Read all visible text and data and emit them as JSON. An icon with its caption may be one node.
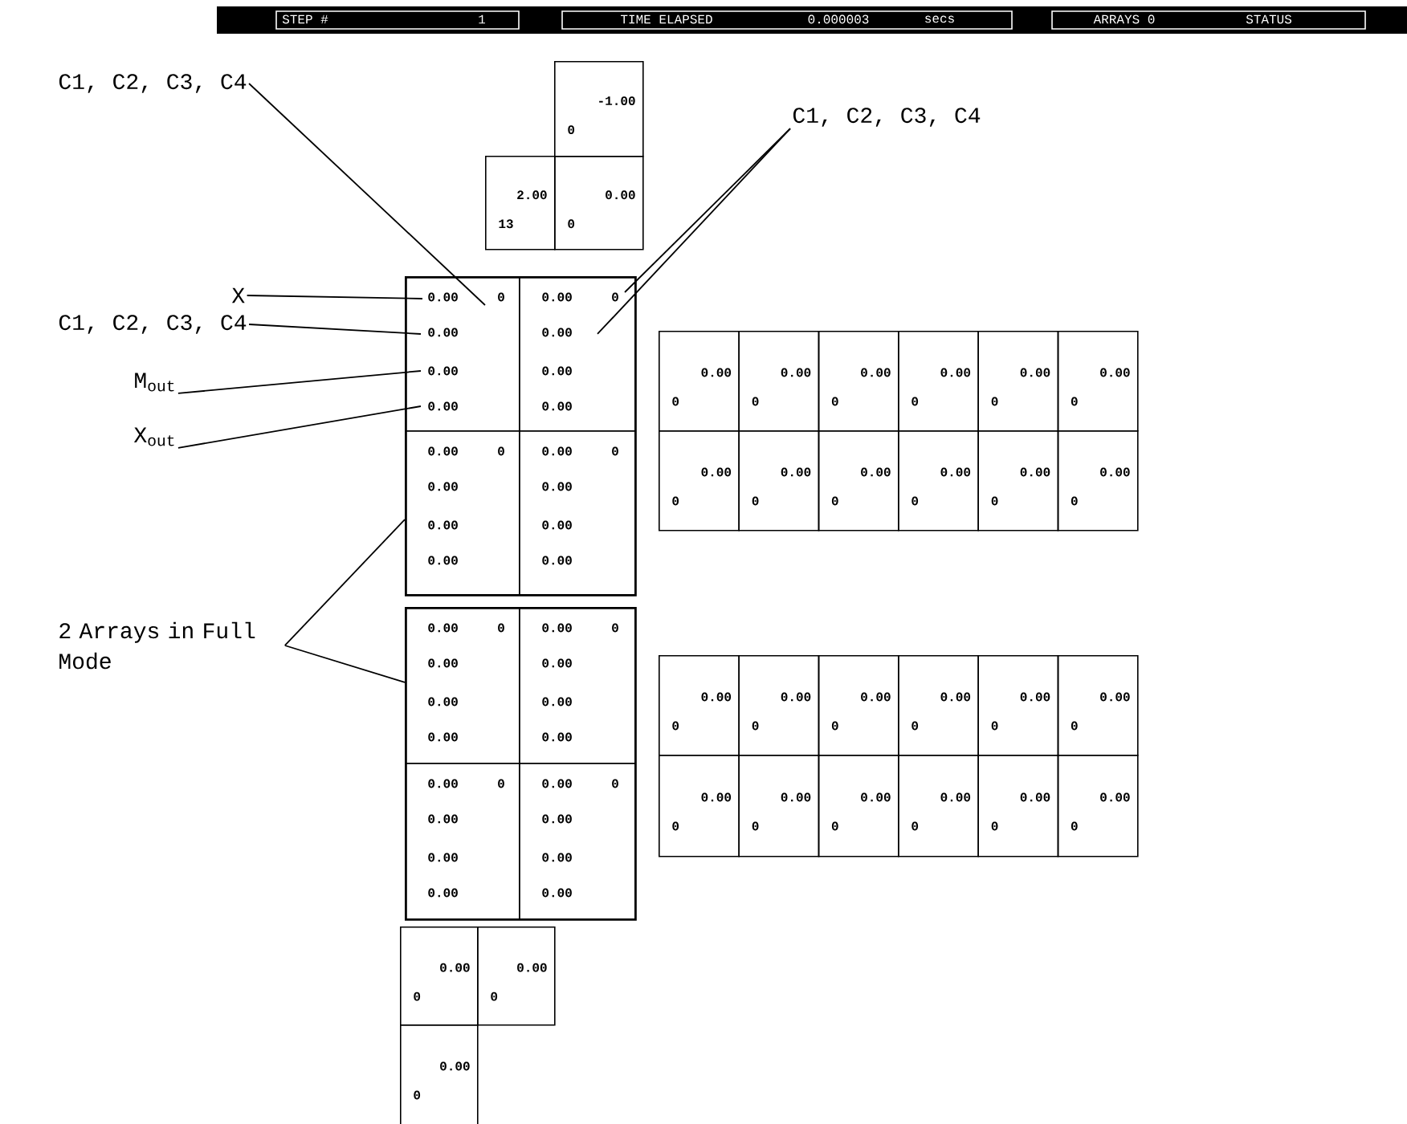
{
  "diagram": {
    "nodes": [
      {
        "text": [
          "C1, C2, C3, C4"
        ]
      },
      {
        "text": [
          "-1.00",
          "0"
        ]
      },
      {
        "text": [
          "2.00",
          "13"
        ]
      },
      {
        "text": [
          "0.00",
          "0"
        ]
      },
      {
        "text": [
          "C1, C2, C3, C4"
        ]
      },
      {
        "text": [
          "X"
        ]
      },
      {
        "text": [
          "C1, C2, C3, C4"
        ]
      },
      {
        "text": [
          "M$_{out}$"
        ]
      },
      {
        "text": [
          "X$_{out}$"
        ]
      },
      {
        "text": [],
        "shape": "box"
      },
      {
        "text": [
          "0.00",
          "0",
          "0.00",
          "0.00",
          "0.00"
        ],
        "in": 9
      },
      {
        "text": [
          "0.00",
          "0",
          "0.00",
          "0.00",
          "0.00"
        ],
        "in": 9
      },
      {
        "text": [
          "0.00",
          "0",
          "0.00",
          "0.00",
          "0.00"
        ],
        "in": 9
      },
      {
        "text": [
          "0.00",
          "0",
          "0.00",
          "0.00",
          "0.00"
        ],
        "in": 9
      },
      {
        "text": [
          "2 Arrays in Full Mode"
        ]
      },
      {
        "text": [],
        "shape": "box"
      },
      {
        "text": [
          "0.00",
          "0",
          "0.00",
          "0.00",
          "0.00"
        ],
        "in": 15
      },
      {
        "text": [
          "0.00",
          "0",
          "0.00",
          "0.00",
          "0.00"
        ],
        "in": 15
      },
      {
        "text": [
          "0.00",
          "0",
          "0.00",
          "0.00",
          "0.00"
        ],
        "in": 15
      },
      {
        "text": [
          "0.00",
          "0",
          "0.00",
          "0.00",
          "0.00"
        ],
        "in": 15
      },
      {
        "text": [
          "0.00",
          "0"
        ]
      },
      {
        "text": [
          "0.00",
          "0"
        ]
      },
      {
        "text": [
          "0.00",
          "0"
        ]
      },
      {
        "text": [
          "0.00",
          "0"
        ]
      },
      {
        "text": [
          "0.00",
          "0"
        ]
      },
      {
        "text": [
          "0.00",
          "0"
        ]
      },
      {
        "text": [
          "0.00",
          "0"
        ]
      },
      {
        "text": [
          "0.00",
          "0"
        ]
      },
      {
        "text": [
          "0.00",
          "0"
        ]
      },
      {
        "text": [
          "0.00",
          "0"
        ]
      },
      {
        "text": [
          "0.00",
          "0"
        ]
      },
      {
        "text": [
          "0.00",
          "0"
        ]
      },
      {
        "text": [
          "0.00",
          "0"
        ]
      },
      {
        "text": [
          "0.00",
          "0"
        ]
      },
      {
        "text": [
          "0.00",
          "0"
        ]
      },
      {
        "text": [
          "0.00",
          "0"
        ]
      },
      {
        "text": [
          "0.00",
          "0"
        ]
      },
      {
        "text": [
          "0.00",
          "0"
        ]
      },
      {
        "text": [
          "0.00",
          "0"
        ]
      },
      {
        "text": [
          "0.00",
          "0"
        ]
      },
      {
        "text": [
          "0.00",
          "0"
        ]
      },
      {
        "text": [
          "0.00",
          "0"
        ]
      },
      {
        "text": [
          "0.00",
          "0"
        ]
      },
      {
        "text": [
          "0.00",
          "0"
        ]
      },
      {
        "text": [
          "0.00",
          "0"
        ]
      },
      {
        "text": [
          "0.00",
          "0"
        ]
      },
      {
        "text": [
          "0.00",
          "0"
        ]
      }
    ],
    "edges": [
      {
        "from": 0,
        "to": 10,
        "arrow": "none"
      },
      {
        "from": 4,
        "to": 11,
        "arrow": "none"
      },
      {
        "from": 4,
        "to": 11,
        "arrow": "none"
      },
      {
        "from": 5,
        "to": 10,
        "arrow": "none"
      },
      {
        "from": 6,
        "to": 10,
        "arrow": "none"
      },
      {
        "from": 7,
        "to": 10,
        "arrow": "none"
      },
      {
        "from": 8,
        "to": 10,
        "arrow": "none"
      },
      {
        "from": 14,
        "to": 9,
        "arrow": "none"
      },
      {
        "from": 14,
        "to": 15,
        "arrow": "none"
      }
    ],
    "labels": [
      "STEP #",
      "1",
      "TIME ELAPSED",
      "0.000003",
      "secs",
      "ARRAYS 0",
      "STATUS"
    ]
  }
}
